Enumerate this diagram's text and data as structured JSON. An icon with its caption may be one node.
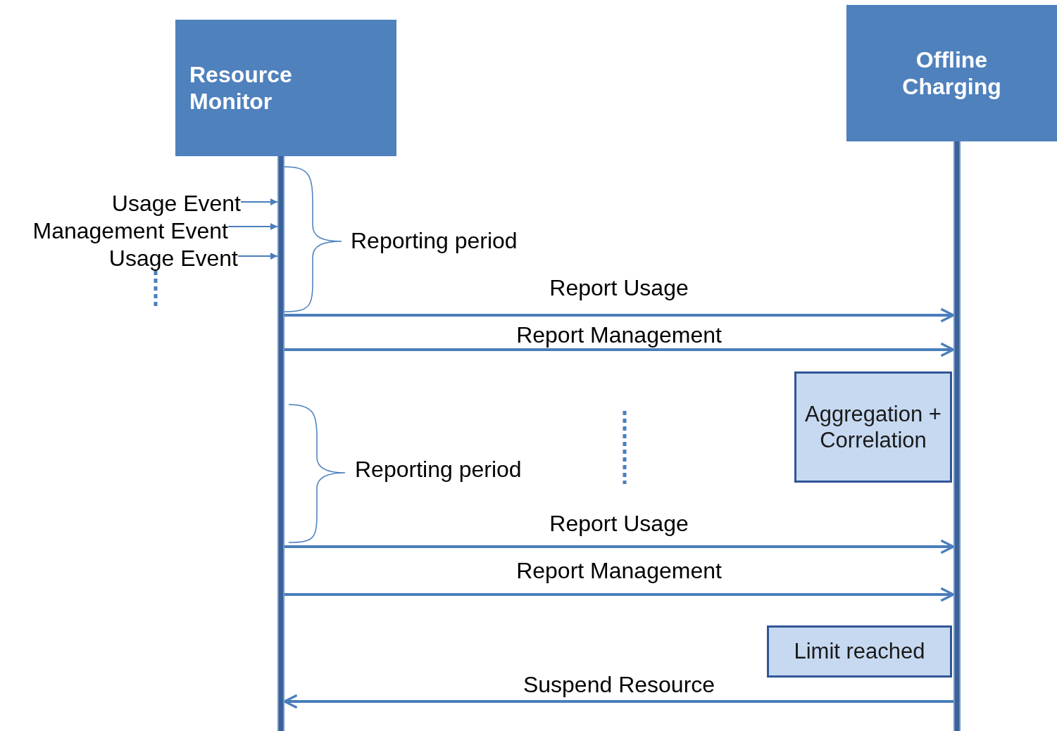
{
  "diagram": {
    "nodes": [
      {
        "text": [
          "Resource Monitor"
        ]
      },
      {
        "text": [
          "Offline Charging"
        ]
      },
      {
        "text": [],
        "shape": "bar"
      },
      {
        "text": [],
        "shape": "bar"
      },
      {
        "text": [
          "Aggregation + Correlation"
        ]
      },
      {
        "text": [
          "Limit reached"
        ]
      },
      {
        "text": [
          "Usage Event"
        ]
      },
      {
        "text": [
          "Management Event"
        ]
      },
      {
        "text": [
          "Usage Event"
        ]
      }
    ],
    "edges": [
      {
        "from": 6,
        "to": 2,
        "arrow": "to"
      },
      {
        "from": 7,
        "to": 2,
        "arrow": "to"
      },
      {
        "from": 8,
        "to": 2,
        "arrow": "to"
      },
      {
        "from": 2,
        "to": 3,
        "label": "Report Usage",
        "arrow": "to"
      },
      {
        "from": 2,
        "to": 3,
        "label": "Report Management",
        "arrow": "to"
      },
      {
        "from": 2,
        "to": 3,
        "label": "Report Usage",
        "arrow": "to"
      },
      {
        "from": 2,
        "to": 3,
        "label": "Report Management",
        "arrow": "to"
      },
      {
        "from": 3,
        "to": 2,
        "label": "Suspend Resource",
        "arrow": "to"
      }
    ],
    "labels": [
      "Reporting period",
      "Reporting period"
    ]
  }
}
